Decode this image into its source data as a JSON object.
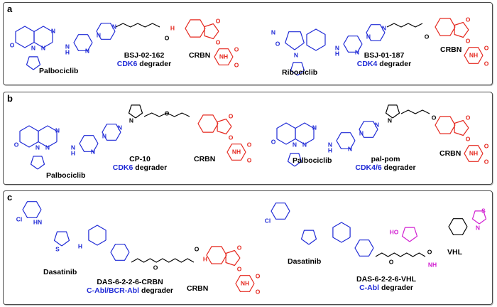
{
  "colors": {
    "target_blue": "#1f2ad6",
    "crbn_red": "#e5281f",
    "vhl_magenta": "#d11fd1",
    "linker": "#000000"
  },
  "panels": [
    {
      "letter": "a",
      "compounds": [
        {
          "ligand": "Palbociclib",
          "name": "BSJ-02-162",
          "target": "CDK6",
          "suffix": "degrader",
          "e3": "CRBN"
        },
        {
          "ligand": "Ribociclib",
          "name": "BSJ-01-187",
          "target": "CDK4",
          "suffix": "degrader",
          "e3": "CRBN"
        }
      ]
    },
    {
      "letter": "b",
      "compounds": [
        {
          "ligand": "Palbociclib",
          "name": "CP-10",
          "target": "CDK6",
          "suffix": "degrader",
          "e3": "CRBN"
        },
        {
          "ligand": "Palbociclib",
          "name": "pal-pom",
          "target": "CDK4/6",
          "suffix": "degrader",
          "e3": "CRBN"
        }
      ]
    },
    {
      "letter": "c",
      "compounds": [
        {
          "ligand": "Dasatinib",
          "name": "DAS-6-2-2-6-CRBN",
          "target": "C-Abl/BCR-Abl",
          "suffix": "degrader",
          "e3": "CRBN"
        },
        {
          "ligand": "Dasatinib",
          "name": "DAS-6-2-2-6-VHL",
          "target": "C-Abl",
          "suffix": "degrader",
          "e3": "VHL"
        }
      ]
    }
  ]
}
